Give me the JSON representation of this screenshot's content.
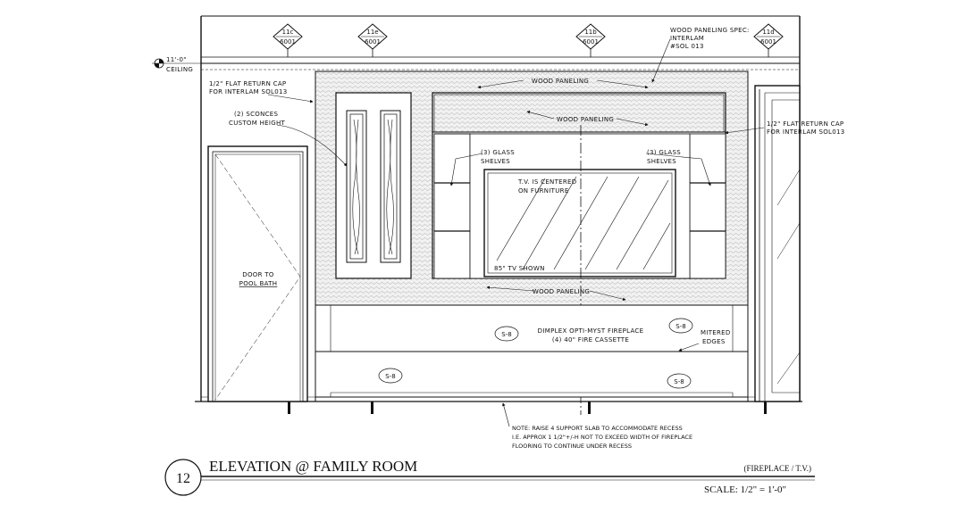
{
  "title_block": {
    "number": "12",
    "title": "ELEVATION @ FAMILY ROOM",
    "subtitle": "(FIREPLACE / T.V.)",
    "scale": "SCALE: 1/2\" = 1'-0\""
  },
  "ceiling": {
    "height": "11'-0\"",
    "label": "CEILING"
  },
  "section_markers": [
    {
      "top": "11c",
      "bottom": "6001"
    },
    {
      "top": "11e",
      "bottom": "6001"
    },
    {
      "top": "11b",
      "bottom": "6001"
    },
    {
      "top": "11d",
      "bottom": "6001"
    }
  ],
  "notes": {
    "wood_spec_1": "WOOD PANELING SPEC:",
    "wood_spec_2": "INTERLAM",
    "wood_spec_3": "#SOL 013",
    "flat_cap_left_1": "1/2\" FLAT RETURN CAP",
    "flat_cap_left_2": "FOR INTERLAM SOL013",
    "flat_cap_right_1": "1/2\" FLAT RETURN CAP",
    "flat_cap_right_2": "FOR INTERLAM SOL013",
    "sconces_1": "(2) SCONCES",
    "sconces_2": "CUSTOM HEIGHT",
    "wood_paneling_top": "WOOD PANELING",
    "wood_paneling_mid": "WOOD PANELING",
    "wood_paneling_bottom": "WOOD PANELING",
    "glass_left_1": "(3) GLASS",
    "glass_left_2": "SHELVES",
    "glass_right_1": "(3) GLASS",
    "glass_right_2": "SHELVES",
    "tv_center_1": "T.V. IS CENTERED",
    "tv_center_2": "ON FURNITURE",
    "tv_size": "85\" TV SHOWN",
    "door_1": "DOOR TO",
    "door_2": "POOL BATH",
    "fireplace_1": "DIMPLEX OPTI-MYST FIREPLACE",
    "fireplace_2": "(4) 40\" FIRE CASSETTE",
    "mitered_1": "MITERED",
    "mitered_2": "EDGES",
    "recess_1": "NOTE: RAISE 4 SUPPORT SLAB TO ACCOMMODATE RECESS",
    "recess_2": "I.E. APPROX 1 1/2\"+/-H NOT TO EXCEED WIDTH OF FIREPLACE",
    "recess_3": "FLOORING TO CONTINUE UNDER RECESS"
  },
  "material_tags": [
    "S-8",
    "S-8",
    "S-8",
    "S-8"
  ]
}
